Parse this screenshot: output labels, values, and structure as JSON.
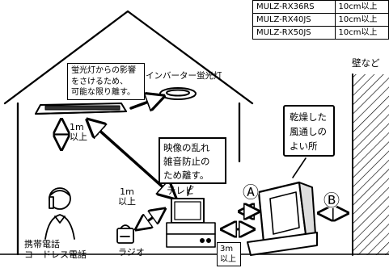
{
  "model_table": [
    {
      "model": "MULZ-RX36RS",
      "value": "10cm以上"
    },
    {
      "model": "MULZ-RX40JS",
      "value": "10cm以上"
    },
    {
      "model": "MULZ-RX50JS",
      "value": "10cm以上"
    }
  ],
  "notes": {
    "fluorescent_warning": [
      "蛍光灯からの影響",
      "をさけるため、",
      "可能な限り離す。"
    ],
    "inverter_light": "インバーター蛍光灯",
    "picture_noise": [
      "映像の乱れ",
      "雑音防止の",
      "ため離す。"
    ],
    "dry_place": [
      "乾燥した",
      "風通しの",
      "よい所"
    ],
    "wall": "壁など"
  },
  "distances": {
    "ceiling_light": [
      "1m",
      "以上"
    ],
    "tv": [
      "1m",
      "以上"
    ],
    "radio": [
      "3m",
      "以上"
    ]
  },
  "labels": {
    "tv": "テレビ",
    "phone": [
      "携帯電話",
      "コードレス電話"
    ],
    "radio": "ラジオ",
    "clearance_a": "Ⓐ",
    "clearance_b": "Ⓑ"
  }
}
